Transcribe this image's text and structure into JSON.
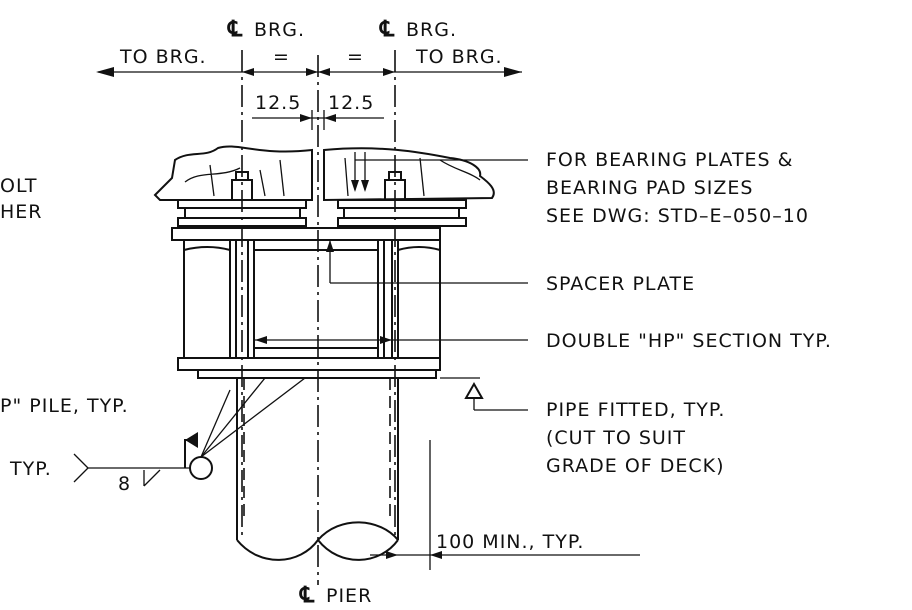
{
  "labels": {
    "cl_symbol": "℄",
    "brg": "BRG.",
    "to_brg": "TO BRG.",
    "equal": "=",
    "dim_left": "12.5",
    "dim_right": "12.5",
    "bolt_partial": "OLT",
    "washer_partial": "HER",
    "note_bearing_1": "FOR BEARING PLATES &",
    "note_bearing_2": "BEARING PAD SIZES",
    "note_bearing_3": "SEE DWG: STD–E–050–10",
    "spacer_plate": "SPACER PLATE",
    "double_hp": "DOUBLE \"HP\" SECTION TYP.",
    "hp_pile": "P\" PILE, TYP.",
    "weld_typ": "TYP.",
    "weld_size": "8",
    "pipe_1": "PIPE FITTED, TYP.",
    "pipe_2": "(CUT TO SUIT",
    "pipe_3": "GRADE OF DECK)",
    "min_dim": "100 MIN., TYP.",
    "pier": "PIER"
  }
}
